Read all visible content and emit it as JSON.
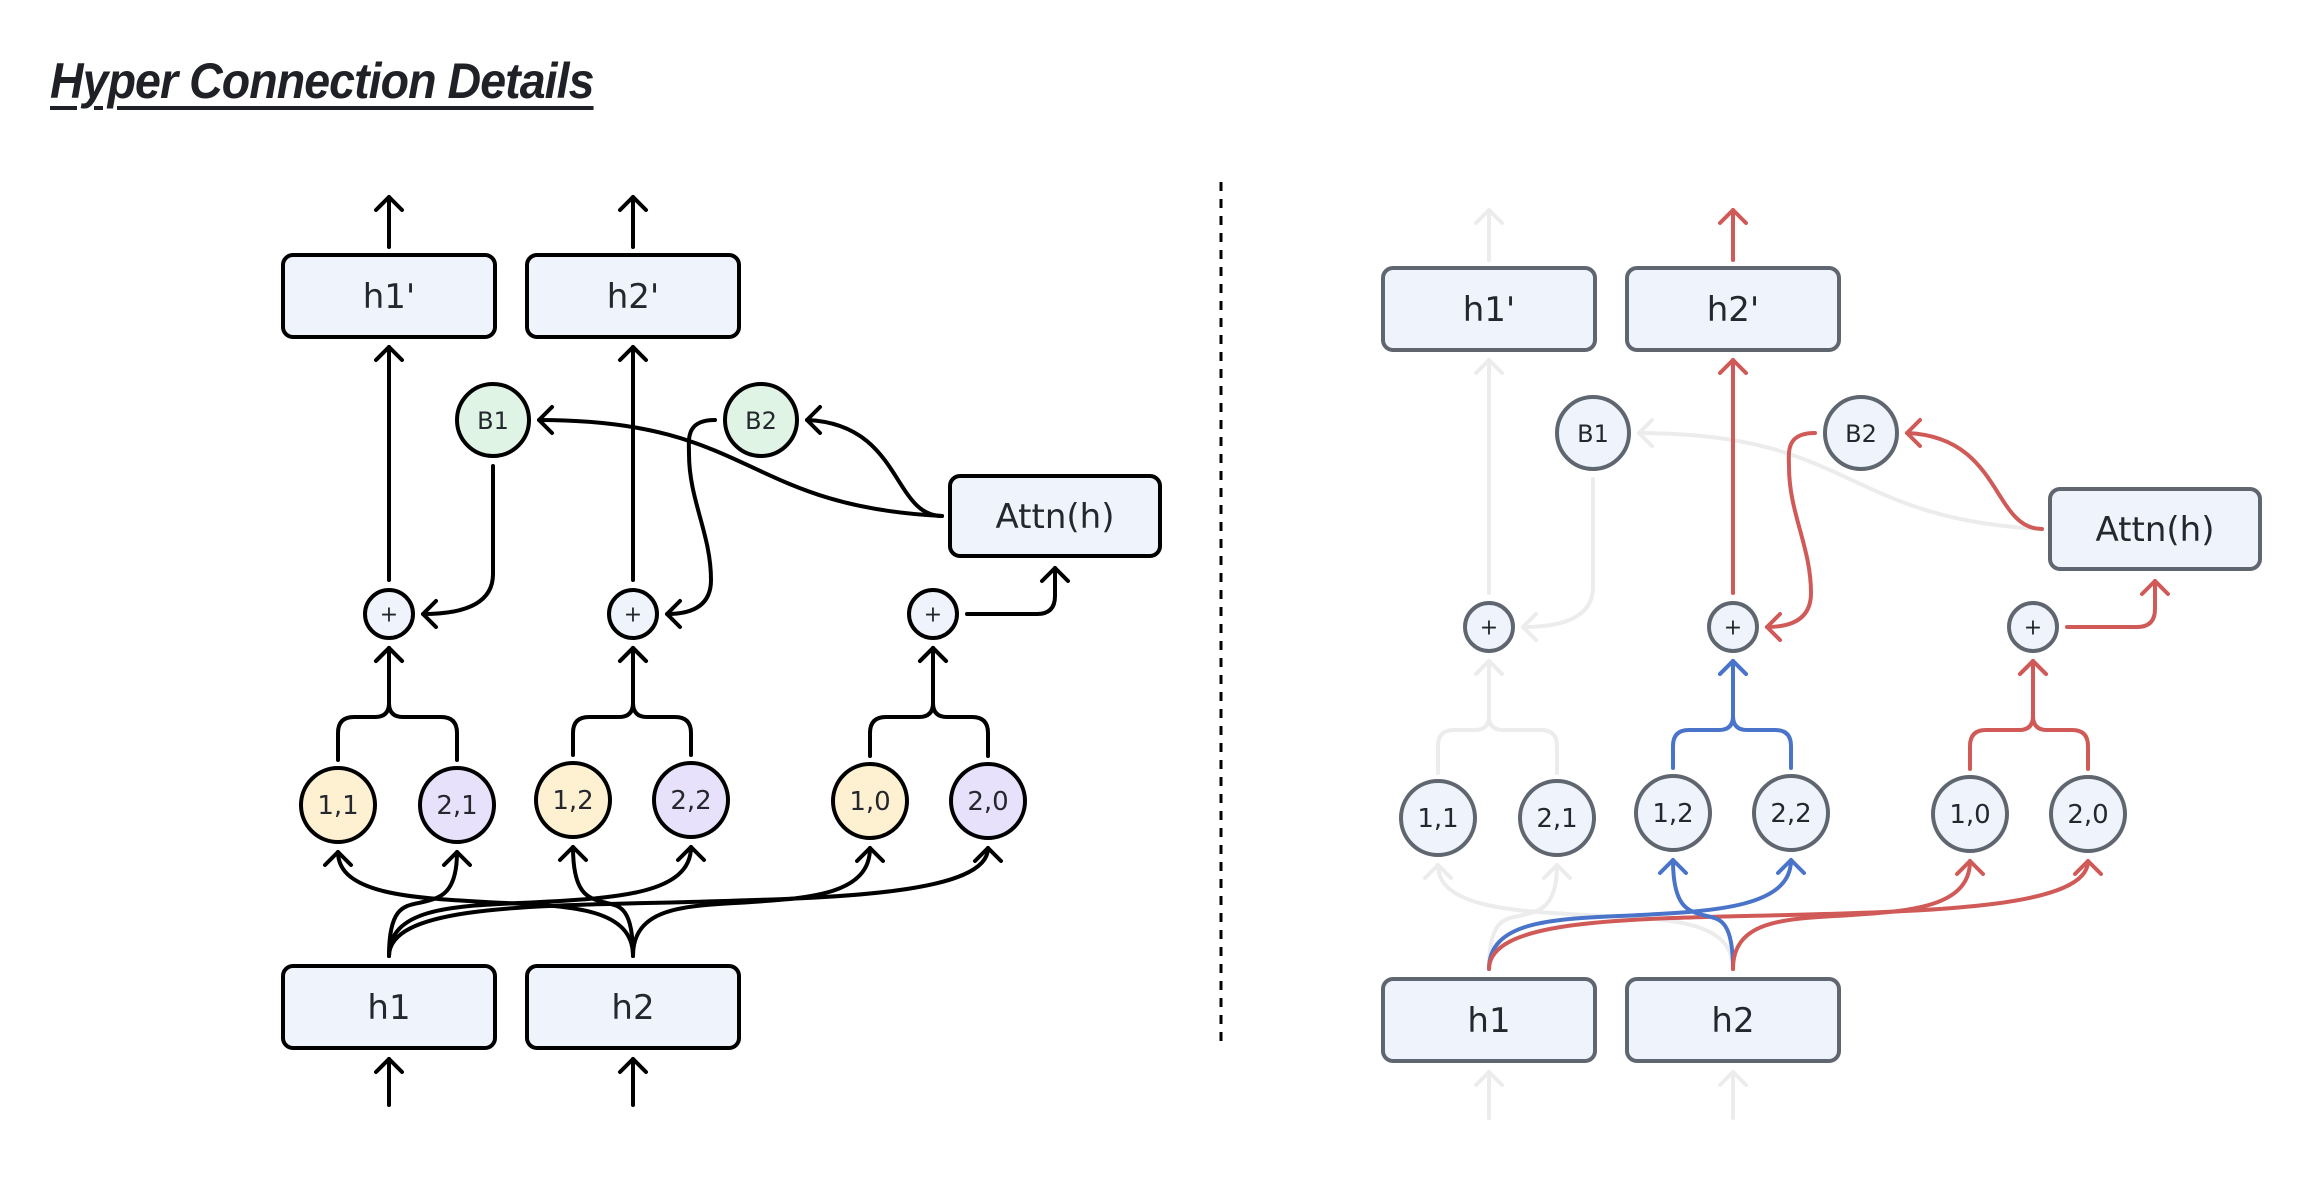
{
  "title": "Hyper Connection Details",
  "colors": {
    "stroke_default": "#000000",
    "stroke_muted": "#5f6670",
    "stroke_faded": "#ececec",
    "highlight_red": "#d05a57",
    "highlight_blue": "#4a74c9",
    "box_fill": "#eef3fc",
    "fill_alpha_node": "#fdf1d2",
    "fill_beta_node": "#e7e1fb",
    "fill_b_node": "#dff4e5",
    "text": "#24272d"
  },
  "labels": {
    "h1": "h1",
    "h2": "h2",
    "h1_out": "h1'",
    "h2_out": "h2'",
    "attn": "Attn(h)",
    "b1": "B1",
    "b2": "B2",
    "plus": "+",
    "n11": "1,1",
    "n21": "2,1",
    "n12": "1,2",
    "n22": "2,2",
    "n10": "1,0",
    "n20": "2,0"
  },
  "diagrams": [
    {
      "name": "left",
      "style": "default",
      "edges": {
        "in_h1": "default",
        "in_h2": "default",
        "h1_n21": "default",
        "h1_n22": "default",
        "h1_n20": "default",
        "h2_n11": "default",
        "h2_n12": "default",
        "h2_n10": "default",
        "n11_p1": "default",
        "n21_p1": "default",
        "n12_p2": "default",
        "n22_p2": "default",
        "n10_p0": "default",
        "n20_p0": "default",
        "p0_attn": "default",
        "attn_b1": "default",
        "attn_b2": "default",
        "b1_p1": "default",
        "b2_p2": "default",
        "p1_h1out": "default",
        "p2_h2out": "default",
        "out_h1": "default",
        "out_h2": "default"
      }
    },
    {
      "name": "right",
      "style": "muted",
      "edges": {
        "in_h1": "faded",
        "in_h2": "faded",
        "h1_n21": "faded",
        "h1_n22": "blue",
        "h1_n20": "red",
        "h2_n11": "faded",
        "h2_n12": "blue",
        "h2_n10": "red",
        "n11_p1": "faded",
        "n21_p1": "faded",
        "n12_p2": "blue",
        "n22_p2": "blue",
        "n10_p0": "red",
        "n20_p0": "red",
        "p0_attn": "red",
        "attn_b1": "faded",
        "attn_b2": "red",
        "b1_p1": "faded",
        "b2_p2": "red",
        "p1_h1out": "faded",
        "p2_h2out": "red",
        "out_h1": "faded",
        "out_h2": "red"
      }
    }
  ]
}
